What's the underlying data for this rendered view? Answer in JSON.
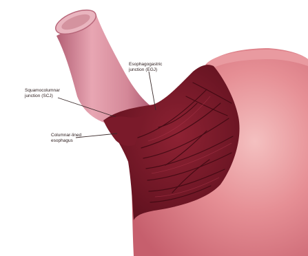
{
  "labels": {
    "esophagogastric_junction": {
      "line1": "Esophagogastric",
      "line2": "junction (EGJ)"
    },
    "squamocolumnar_junction": {
      "line1": "Squamocolumnar",
      "line2": "junction (SCJ)"
    },
    "columnar_lined_esophagus": {
      "line1": "Columnar-lined",
      "line2": "esophagus"
    }
  },
  "colors": {
    "esophagus_outer": "#c97a8a",
    "esophagus_lumen": "#e9b5bf",
    "stomach_wall": "#d9747e",
    "stomach_highlight": "#f1b5b8",
    "mucosa_dark": "#6e1526",
    "mucosa_fold": "#4a0a16",
    "leader_line": "#3a2a2a"
  }
}
